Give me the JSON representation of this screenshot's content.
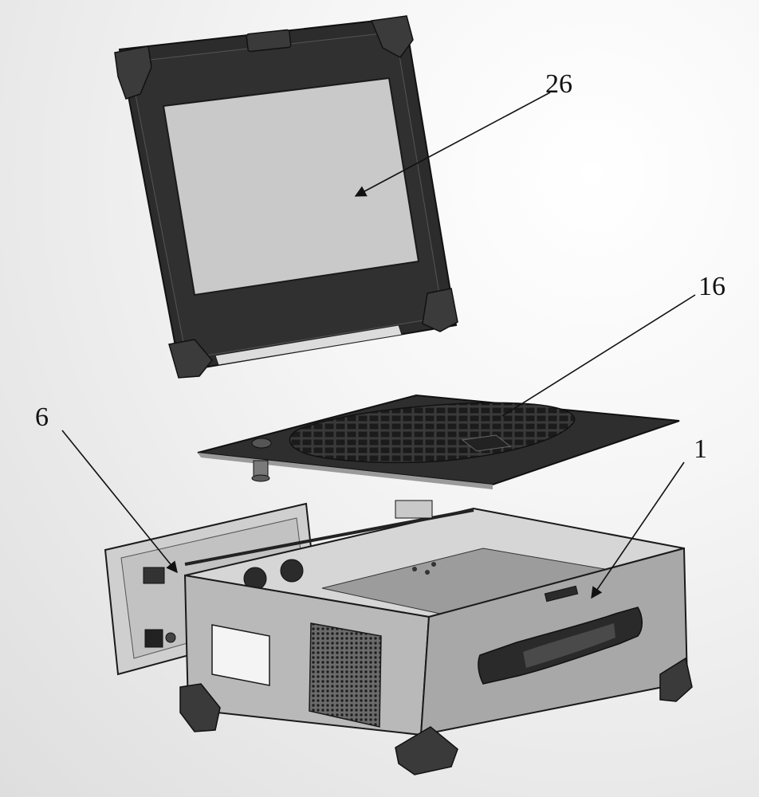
{
  "figure": {
    "callouts": [
      {
        "id": "c26",
        "label": "26",
        "part": "display-lid"
      },
      {
        "id": "c16",
        "label": "16",
        "part": "keyboard-panel"
      },
      {
        "id": "c6",
        "label": "6",
        "part": "side-connector-panel"
      },
      {
        "id": "c1",
        "label": "1",
        "part": "chassis-case"
      }
    ]
  },
  "colors": {
    "outline": "#1a1a1a",
    "lid": "#2c2c2c",
    "screen": "#c9c9c9",
    "case_face": "#b9b9b9",
    "case_side": "#a8a8a8",
    "keyboard_plate": "#2e2e2e",
    "handle": "#2a2a2a"
  }
}
